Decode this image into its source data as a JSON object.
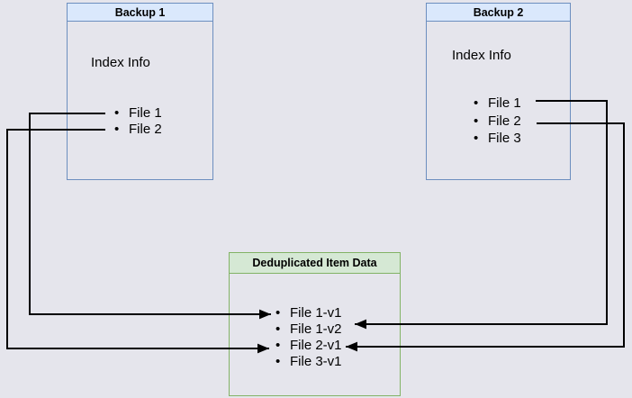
{
  "canvas": {
    "background_color": "#e5e5ec",
    "connector_color": "#000000"
  },
  "backup1": {
    "title": "Backup 1",
    "section_label": "Index Info",
    "items": [
      "File 1",
      "File 2"
    ],
    "fill_color": "#dae8fc",
    "stroke_color": "#6c8ebf"
  },
  "backup2": {
    "title": "Backup 2",
    "section_label": "Index Info",
    "items": [
      "File 1",
      "File 2",
      "File 3"
    ],
    "fill_color": "#dae8fc",
    "stroke_color": "#6c8ebf"
  },
  "dedup": {
    "title": "Deduplicated Item Data",
    "items": [
      "File 1-v1",
      "File 1-v2",
      "File 2-v1",
      "File 3-v1"
    ],
    "fill_color": "#d5e8d4",
    "stroke_color": "#82b366"
  },
  "connections": [
    {
      "from": "Backup 1 / File 1",
      "to": "File 1-v1"
    },
    {
      "from": "Backup 1 / File 2",
      "to": "File 2-v1"
    },
    {
      "from": "Backup 2 / File 1",
      "to": "File 1-v2"
    },
    {
      "from": "Backup 2 / File 2",
      "to": "File 2-v1"
    }
  ]
}
